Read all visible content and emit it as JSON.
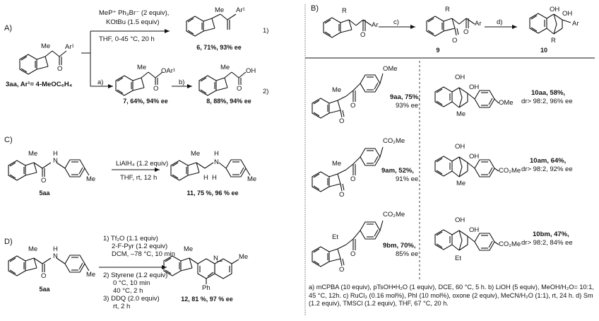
{
  "sections": {
    "a": "A)",
    "b": "B)",
    "c": "C)",
    "d": "D)"
  },
  "scheme_a": {
    "reagent_top_1": "MeP⁺ Ph₃Br⁻ (2 equiv),",
    "reagent_top_2": "KOtBu (1.5 equiv)",
    "reagent_top_3": "THF, 0-45 °C, 20 h",
    "eq1": "1)",
    "eq2": "2)",
    "start_label": "3aa, Ar¹= 4-MeOC₆H₄",
    "step_a": "a)",
    "step_b": "b)",
    "prod6_label": "6, 71%, 93% ee",
    "prod7_label": "7, 64%, 94% ee",
    "prod8_label": "8, 88%, 94% ee",
    "atoms": {
      "me": "Me",
      "ar1": "Ar¹",
      "o": "O",
      "oar1": "OAr¹",
      "oh": "OH"
    }
  },
  "scheme_b": {
    "step_c": "c)",
    "step_d": "d)",
    "label9": "9",
    "label10": "10",
    "atoms": {
      "r": "R",
      "ar": "Ar",
      "o": "O",
      "oh": "OH",
      "me": "Me",
      "et": "Et",
      "ome": "OMe",
      "co2me": "CO₂Me"
    },
    "rows": [
      {
        "ketone": "9aa, 75%,",
        "ketone_ee": "93% ee",
        "alcohol": "10aa, 58%,",
        "alcohol_dr": "dr> 98:2, 96% ee"
      },
      {
        "ketone": "9am, 52%,",
        "ketone_ee": "91% ee",
        "alcohol": "10am, 64%,",
        "alcohol_dr": "dr> 98:2, 92% ee"
      },
      {
        "ketone": "9bm, 70%,",
        "ketone_ee": "85% ee",
        "alcohol": "10bm, 47%,",
        "alcohol_dr": "dr> 98:2, 84% ee"
      }
    ],
    "footnote": "a) mCPBA (10 equiv), pTsOH•H₂O (1 equiv), DCE, 60 °C, 5 h. b) LiOH (5 equiv), MeOH/H₂O= 10:1, 45 °C, 12h. c) RuCl₃ (0.16 mol%), PhI (10 mol%), oxone (2 equiv), MeCN/H₂O (1:1), rt, 24 h. d) Sm (1.2 equiv), TMSCl (1.2 equiv), THF, 67 °C, 20 h."
  },
  "scheme_c": {
    "reagent_1": "LiAlH₄ (1.2 equiv)",
    "reagent_2": "THF, rt, 12 h",
    "start_label": "5aa",
    "product_label": "11, 75 %, 96 % ee",
    "atoms": {
      "me": "Me",
      "o": "O",
      "n": "N",
      "h": "H"
    }
  },
  "scheme_d": {
    "cond_1": "1) Tf₂O (1.1 equiv)",
    "cond_2": "2-F-Pyr (1.2 equiv)",
    "cond_3": "DCM, –78 °C, 10 min",
    "cond_4": "2) Styrene (1.2 equiv)",
    "cond_5": "0 °C, 10 min",
    "cond_6": "40 °C, 2 h",
    "cond_7": "3) DDQ (2.0 equiv)",
    "cond_8": "rt, 2 h",
    "start_label": "5aa",
    "product_label": "12, 81 %, 97 % ee",
    "atoms": {
      "me": "Me",
      "o": "O",
      "n": "N",
      "h": "H",
      "ph": "Ph"
    }
  }
}
